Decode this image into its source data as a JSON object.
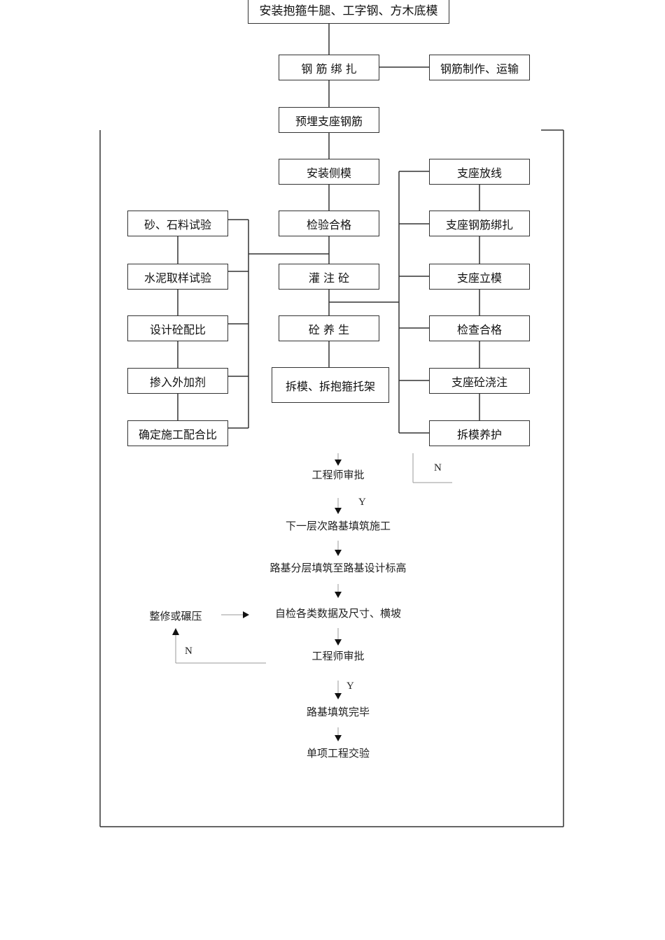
{
  "boxes": {
    "top": "安装抱箍牛腿、工字钢、方木底模",
    "rebar_tie": "钢 筋 绑 扎",
    "rebar_make": "钢筋制作、运输",
    "embed_rebar": "预埋支座钢筋",
    "side_form": "安装侧模",
    "inspect": "检验合格",
    "pour": "灌 注 砼",
    "cure": "砼 养 生",
    "strip": "拆模、拆抱箍托架",
    "left": [
      "砂、石料试验",
      "水泥取样试验",
      "设计砼配比",
      "掺入外加剂",
      "确定施工配合比"
    ],
    "right": [
      "支座放线",
      "支座钢筋绑扎",
      "支座立模",
      "检查合格",
      "支座砼浇注",
      "拆模养护"
    ]
  },
  "flow": {
    "approve1": "工程师审批",
    "next_layer": "下一层次路基填筑施工",
    "layering": "路基分层填筑至路基设计标高",
    "selfcheck": "自检各类数据及尺寸、横坡",
    "repair": "整修或碾压",
    "approve2": "工程师审批",
    "complete": "路基填筑完毕",
    "acceptance": "单项工程交验",
    "yes1": "Y",
    "no1": "N",
    "yes2": "Y",
    "no2": "N"
  }
}
